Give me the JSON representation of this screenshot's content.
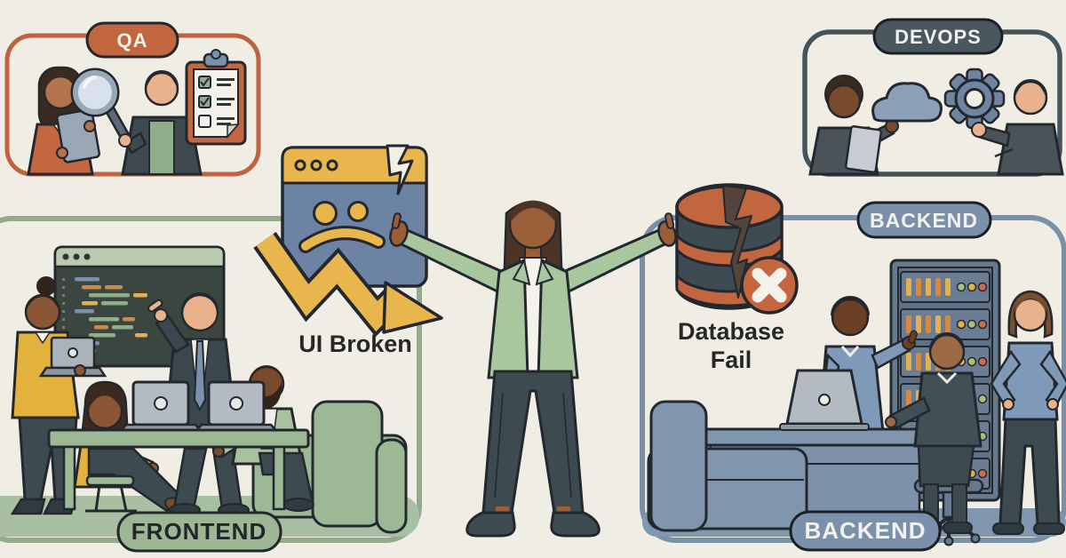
{
  "badges": {
    "qa": "QA",
    "devops": "DEVOPS",
    "backend_top": "BACKEND",
    "frontend": "FRONTEND",
    "backend_bottom": "BACKEND"
  },
  "callouts": {
    "ui_broken": "UI Broken",
    "database_fail_line1": "Database",
    "database_fail_line2": "Fail"
  },
  "colors": {
    "background": "#f0eee4",
    "ink": "#23282e",
    "text_dark": "#272727",
    "qa_accent": "#bf6241",
    "qa_pill": "#c2663f",
    "devops_accent": "#45535a",
    "devops_pill": "#4a575f",
    "frontend_accent": "#93ab8c",
    "frontend_pill": "#9db795",
    "backend_accent": "#7a90a9",
    "backend_pill": "#7b91ab",
    "amber": "#e9b54d",
    "terracotta": "#c2663f",
    "browser_body": "#6d83a3",
    "dark_slate": "#3e4b52",
    "jacket_green": "#a9c79f",
    "floor_green": "#a9bfa1",
    "floor_blue": "#8197af"
  },
  "icons": {
    "qa_box": [
      "magnifier-icon",
      "clipboard-checklist-icon",
      "tablet-icon"
    ],
    "devops_box": [
      "cloud-icon",
      "gear-icon",
      "tablet-icon"
    ],
    "frontend_box": [
      "code-editor-screen-icon",
      "laptop-icon"
    ],
    "backend_box": [
      "server-rack-icon",
      "laptop-icon"
    ],
    "center": [
      "broken-browser-window-icon",
      "downtrend-arrow-icon",
      "broken-database-icon",
      "error-x-icon"
    ]
  }
}
